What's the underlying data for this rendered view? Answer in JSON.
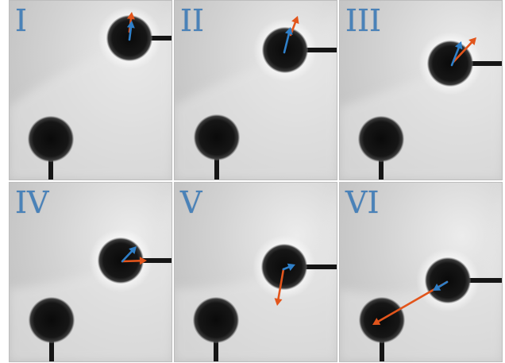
{
  "figure": {
    "panels": [
      {
        "label": "I"
      },
      {
        "label": "II"
      },
      {
        "label": "III"
      },
      {
        "label": "IV"
      },
      {
        "label": "V"
      },
      {
        "label": "VI"
      }
    ],
    "colors": {
      "blue_arrow": "#2f7fc8",
      "orange_arrow": "#e2551c",
      "label": "#4a82b8",
      "sphere": "#111111",
      "background": "#d9d9d9"
    }
  }
}
